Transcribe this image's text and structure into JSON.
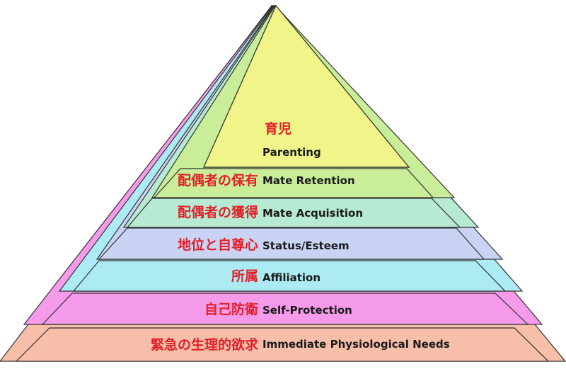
{
  "pyramid": {
    "levels": [
      {
        "id": "physiological",
        "label": "Immediate Physiological Needs",
        "label_ja": "緊急の生理的欲求",
        "color": "#f7bfaa"
      },
      {
        "id": "self-protection",
        "label": "Self-Protection",
        "label_ja": "自己防衛",
        "color": "#f59bea"
      },
      {
        "id": "affiliation",
        "label": "Affiliation",
        "label_ja": "所属",
        "color": "#acebf3"
      },
      {
        "id": "status-esteem",
        "label": "Status/Esteem",
        "label_ja": "地位と自尊心",
        "color": "#c9d4f5"
      },
      {
        "id": "mate-acquisition",
        "label": "Mate Acquisition",
        "label_ja": "配偶者の獲得",
        "color": "#b7ead2"
      },
      {
        "id": "mate-retention",
        "label": "Mate Retention",
        "label_ja": "配偶者の保有",
        "color": "#c9ed99"
      },
      {
        "id": "parenting",
        "label": "Parenting",
        "label_ja": "育児",
        "color": "#f1f488"
      }
    ],
    "ja_label_color": "#e3202a",
    "outline_color": "#333333"
  }
}
